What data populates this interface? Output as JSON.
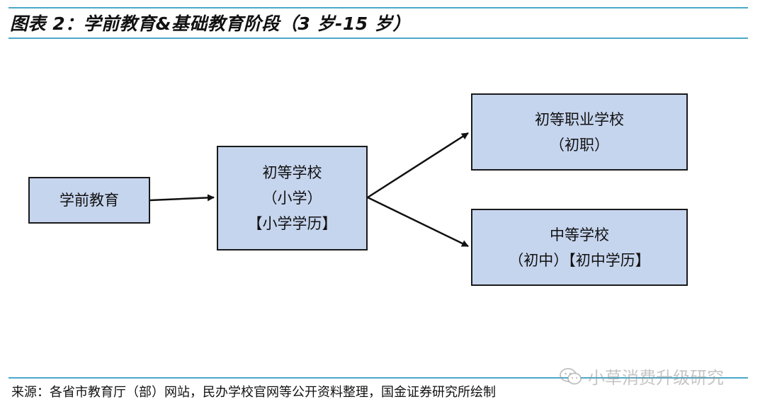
{
  "header": {
    "title": "图表 2：学前教育&基础教育阶段（3 岁-15 岁）"
  },
  "diagram": {
    "nodes": {
      "preschool": {
        "lines": [
          "学前教育"
        ]
      },
      "primary": {
        "lines": [
          "初等学校",
          "（小学）",
          "【小学学历】"
        ]
      },
      "vocational": {
        "lines": [
          "初等职业学校",
          "（初职）"
        ]
      },
      "middle": {
        "lines": [
          "中等学校",
          "（初中）【初中学历】"
        ]
      }
    },
    "edges": [
      {
        "from": "preschool",
        "to": "primary"
      },
      {
        "from": "primary",
        "to": "vocational"
      },
      {
        "from": "primary",
        "to": "middle"
      }
    ]
  },
  "footer": {
    "source": "来源：各省市教育厅（部）网站，民办学校官网等公开资料整理，国金证券研究所绘制",
    "watermark": "小草消费升级研究"
  },
  "colors": {
    "rule": "#4ba8c8",
    "node_fill": "#c6d5ee",
    "node_border": "#1a1a1a",
    "arrow": "#111111"
  }
}
